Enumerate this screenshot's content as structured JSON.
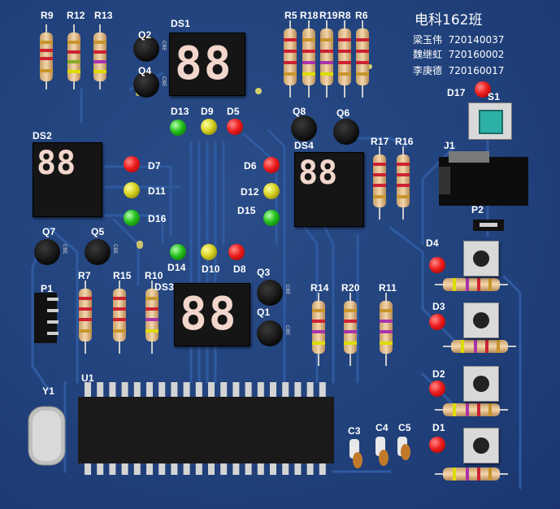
{
  "board": {
    "title": "电科162班",
    "members": [
      {
        "name": "梁玉伟",
        "id": "720140037"
      },
      {
        "name": "魏继虹",
        "id": "720160002"
      },
      {
        "name": "李庚德",
        "id": "720160017"
      }
    ]
  },
  "labels": {
    "R9": "R9",
    "R12": "R12",
    "R13": "R13",
    "Q2": "Q2",
    "Q4": "Q4",
    "DS1": "DS1",
    "R5": "R5",
    "R18": "R18",
    "R19": "R19",
    "R8": "R8",
    "R6": "R6",
    "D13": "D13",
    "D9": "D9",
    "D5": "D5",
    "Q8": "Q8",
    "Q6": "Q6",
    "D17": "D17",
    "S1": "S1",
    "DS2": "DS2",
    "D7": "D7",
    "D11": "D11",
    "D16": "D16",
    "DS4": "DS4",
    "R17": "R17",
    "R16": "R16",
    "J1": "J1",
    "D6": "D6",
    "D12": "D12",
    "D15": "D15",
    "P2": "P2",
    "Q7": "Q7",
    "Q5": "Q5",
    "D14": "D14",
    "D10": "D10",
    "D8": "D8",
    "D4": "D4",
    "P1": "P1",
    "R7": "R7",
    "R15": "R15",
    "R10": "R10",
    "DS3": "DS3",
    "Q3": "Q3",
    "Q1": "Q1",
    "R14": "R14",
    "R20": "R20",
    "R11": "R11",
    "D3": "D3",
    "D2": "D2",
    "D1": "D1",
    "U1": "U1",
    "Y1": "Y1",
    "C3": "C3",
    "C4": "C4",
    "C5": "C5"
  },
  "displays": {
    "DS1": "88",
    "DS2": "88",
    "DS3": "88",
    "DS4": "88"
  },
  "transistor_pins": "CBE",
  "colors": {
    "pcb": "#21427c",
    "trace": "#2f5aa0",
    "led_red": "#ee1d1d",
    "led_yellow": "#d6d020",
    "led_green": "#22c01a",
    "resistor_body": "#e9c9a0",
    "chip": "#1a1a1a"
  }
}
